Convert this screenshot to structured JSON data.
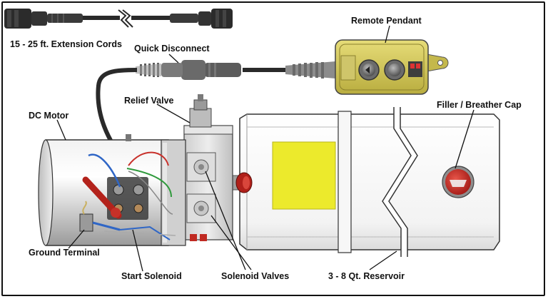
{
  "labels": {
    "extension_cords": "15 - 25 ft. Extension Cords",
    "quick_disconnect": "Quick Disconnect",
    "remote_pendant": "Remote Pendant",
    "relief_valve": "Relief Valve",
    "dc_motor": "DC Motor",
    "filler_breather_cap": "Filler / Breather Cap",
    "ground_terminal": "Ground Terminal",
    "start_solenoid": "Start Solenoid",
    "solenoid_valves": "Solenoid Valves",
    "reservoir": "3 - 8 Qt. Reservoir"
  },
  "colors": {
    "pendant": "#d8cc5a",
    "warning_label": "#ecea2c",
    "cap": "#c8201c",
    "motor_body": "#cfcfcf",
    "reservoir": "#f4f4f4",
    "valve_block": "#d9d9d9",
    "cable": "#2a2a2a"
  }
}
